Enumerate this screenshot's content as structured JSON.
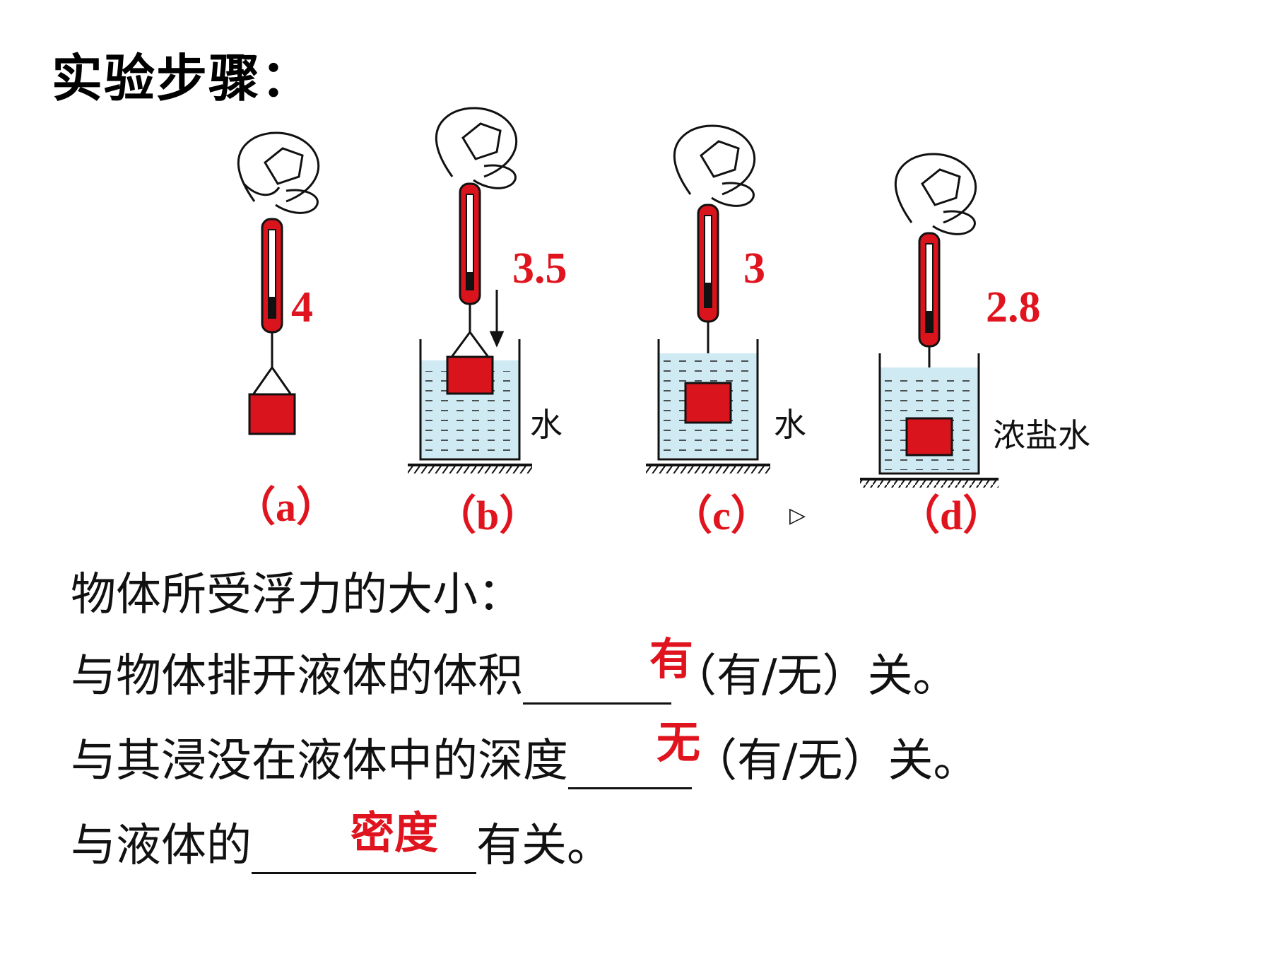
{
  "title": "实验步骤：",
  "experiments": [
    {
      "caption": "（a）",
      "reading": "4",
      "liquid": ""
    },
    {
      "caption": "（b）",
      "reading": "3.5",
      "liquid": "水"
    },
    {
      "caption": "（c）",
      "reading": "3",
      "liquid": "水"
    },
    {
      "caption": "（d）",
      "reading": "2.8",
      "liquid": "浓盐水"
    }
  ],
  "play_marker": "▷",
  "conclusion": {
    "heading": "物体所受浮力的大小：",
    "line1": {
      "prefix": "与物体排开液体的体积",
      "answer": "有",
      "suffix": "（有/无）关。"
    },
    "line2": {
      "prefix": "与其浸没在液体中的深度",
      "answer": "无",
      "suffix": "（有/无）关。"
    },
    "line3": {
      "prefix": "与液体的",
      "answer": "密度",
      "suffix": "有关。"
    }
  },
  "colors": {
    "accent": "#e0141e",
    "water": "#cfeaf3",
    "block": "#d9141c"
  }
}
